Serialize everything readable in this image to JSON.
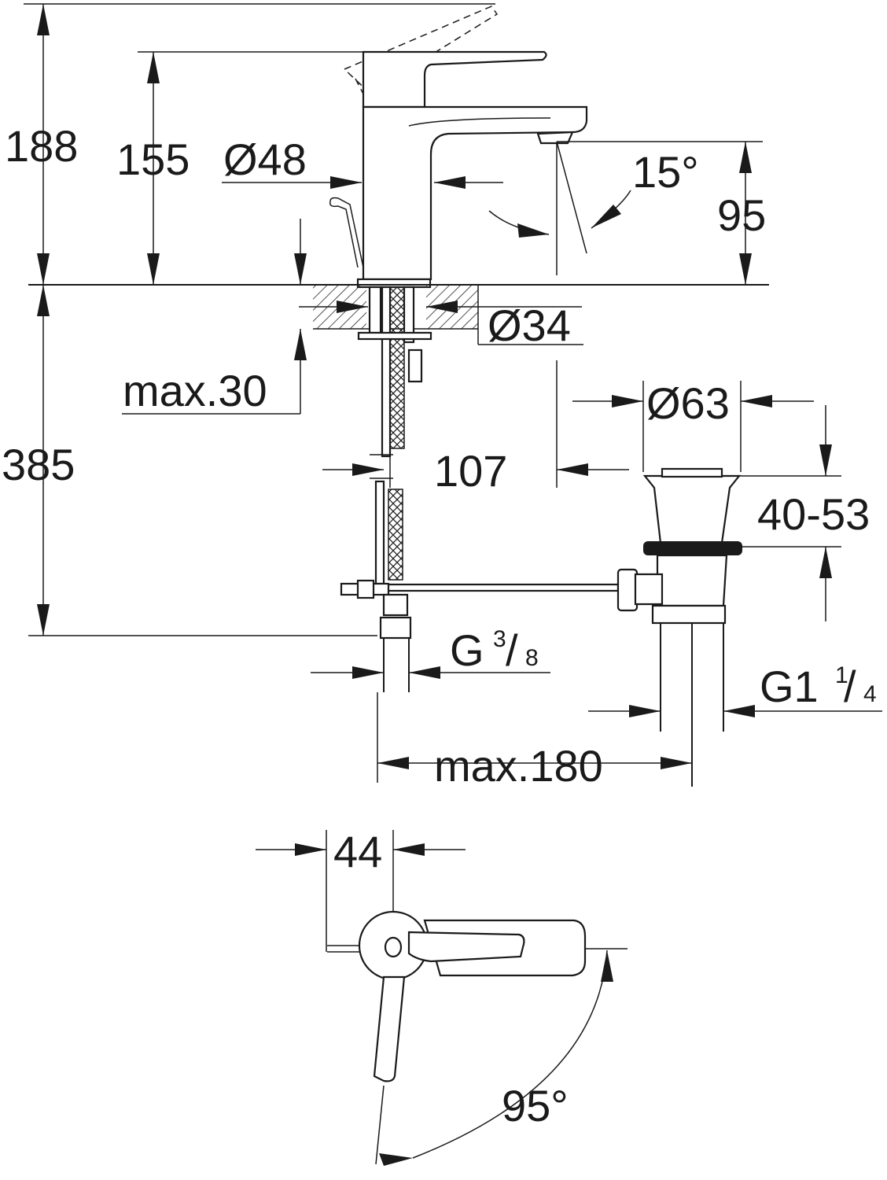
{
  "dimensions": {
    "overall_height": "188",
    "spout_height": "155",
    "body_diameter": "Ø48",
    "spray_angle": "15°",
    "outlet_height": "95",
    "shank_diameter": "Ø34",
    "max_deck_thickness": "max.30",
    "below_deck_length": "385",
    "reach_to_waste": "107",
    "waste_diameter": "Ø63",
    "waste_height_range": "40-53",
    "hose_thread_main": "G",
    "hose_thread_num": "3",
    "hose_thread_den": "8",
    "waste_thread_main": "G1",
    "waste_thread_num": "1",
    "waste_thread_den": "4",
    "max_pullrod_reach": "max.180",
    "lever_width": "44",
    "lever_rotation": "95°"
  }
}
